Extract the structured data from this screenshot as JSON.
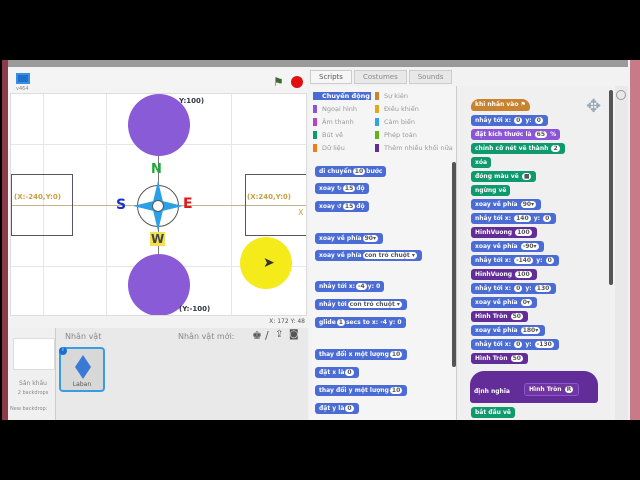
{
  "stage": {
    "labels": {
      "top": "Y:100)",
      "bottom": "(Y:-100)",
      "left": "(X:-240,Y:0)",
      "right": "(X:240,Y:0)",
      "x_mark": "X"
    },
    "compass": {
      "n": "N",
      "s": "S",
      "e": "E",
      "w": "W"
    },
    "mouse": "X: 172  Y: 48",
    "version": "v464"
  },
  "sprites": {
    "header": "Nhân vật",
    "new_sprite": "Nhân vật mới:",
    "stage_label": "Sân khấu",
    "backdrops": "2 backdrops",
    "new_backdrop": "New backdrop:",
    "items": [
      {
        "name": "Laban"
      }
    ]
  },
  "tabs": [
    "Scripts",
    "Costumes",
    "Sounds"
  ],
  "categories": [
    {
      "label": "Chuyển động",
      "color": "#4a6cd4"
    },
    {
      "label": "Sự kiện",
      "color": "#c88330"
    },
    {
      "label": "Ngoại hình",
      "color": "#8a55d7"
    },
    {
      "label": "Điều khiển",
      "color": "#e1a91a"
    },
    {
      "label": "Âm thanh",
      "color": "#bb42c3"
    },
    {
      "label": "Cảm biến",
      "color": "#2ca5e2"
    },
    {
      "label": "Bút vẽ",
      "color": "#0e9a6c"
    },
    {
      "label": "Phép toán",
      "color": "#5cb712"
    },
    {
      "label": "Dữ liệu",
      "color": "#ee7d16"
    },
    {
      "label": "Thêm nhiều khối nữa",
      "color": "#632d99"
    }
  ],
  "palette_blocks": [
    [
      "di chuyển",
      "10",
      "bước"
    ],
    [
      "xoay ↻",
      "15",
      "độ"
    ],
    [
      "xoay ↺",
      "15",
      "độ"
    ],
    [
      "xoay về phía",
      "90▾",
      ""
    ],
    [
      "xoay về phía",
      "con trỏ chuột ▾",
      ""
    ],
    [
      "nhảy tới x:",
      "-4",
      "y: 0"
    ],
    [
      "nhảy tới",
      "con trỏ chuột ▾",
      ""
    ],
    [
      "glide",
      "1",
      "secs to x: -4 y: 0"
    ],
    [
      "thay đổi x một lượng",
      "10",
      ""
    ],
    [
      "đặt x là",
      "0",
      ""
    ],
    [
      "thay đổi y một lượng",
      "10",
      ""
    ],
    [
      "đặt y là",
      "0",
      ""
    ]
  ],
  "script": [
    {
      "t": "e",
      "parts": [
        "khi nhấn vào ⚑"
      ]
    },
    {
      "t": "m",
      "parts": [
        "nhảy tới x:",
        "0",
        "y:",
        "0"
      ]
    },
    {
      "t": "l",
      "parts": [
        "đặt kích thước là",
        "65",
        "%"
      ]
    },
    {
      "t": "p",
      "parts": [
        "chỉnh cỡ nét vẽ thành",
        "2"
      ]
    },
    {
      "t": "p",
      "parts": [
        "xóa"
      ]
    },
    {
      "t": "p",
      "parts": [
        "đóng màu vẽ",
        "■"
      ]
    },
    {
      "t": "p",
      "parts": [
        "ngừng vẽ"
      ]
    },
    {
      "t": "m",
      "parts": [
        "xoay về phía",
        "90▾"
      ]
    },
    {
      "t": "m",
      "parts": [
        "nhảy tới x:",
        "140",
        "y:",
        "0"
      ]
    },
    {
      "t": "c",
      "parts": [
        "HinhVuong",
        "100"
      ]
    },
    {
      "t": "m",
      "parts": [
        "xoay về phía",
        "-90▾"
      ]
    },
    {
      "t": "m",
      "parts": [
        "nhảy tới x:",
        "-140",
        "y:",
        "0"
      ]
    },
    {
      "t": "c",
      "parts": [
        "HinhVuong",
        "100"
      ]
    },
    {
      "t": "m",
      "parts": [
        "nhảy tới x:",
        "0",
        "y:",
        "130"
      ]
    },
    {
      "t": "m",
      "parts": [
        "xoay về phía",
        "0▾"
      ]
    },
    {
      "t": "c",
      "parts": [
        "Hình Tròn",
        "50"
      ]
    },
    {
      "t": "m",
      "parts": [
        "xoay về phía",
        "180▾"
      ]
    },
    {
      "t": "m",
      "parts": [
        "nhảy tới x:",
        "0",
        "y:",
        "-130"
      ]
    },
    {
      "t": "c",
      "parts": [
        "Hình Tròn",
        "50"
      ]
    }
  ],
  "define": {
    "label": "định nghĩa",
    "name": "Hình Tròn",
    "param": "R",
    "next": "bắt đầu vẽ"
  }
}
